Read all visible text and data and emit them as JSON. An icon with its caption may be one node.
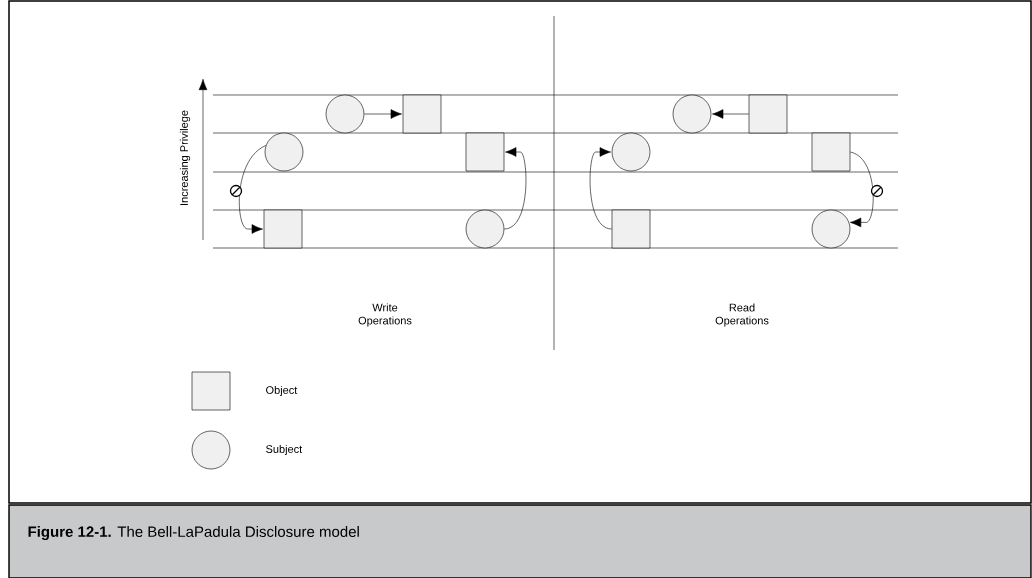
{
  "diagram": {
    "caption": "**Figure 12-1.** The Bell-LaPadula Disclosure model",
    "nodes": [
      {
        "text": [],
        "shape": "circle"
      },
      {
        "text": [],
        "shape": "box"
      },
      {
        "text": [],
        "shape": "circle"
      },
      {
        "text": [],
        "shape": "box"
      },
      {
        "text": [],
        "shape": "circle"
      },
      {
        "text": [],
        "shape": "box"
      },
      {
        "text": [],
        "shape": "circle"
      },
      {
        "text": [],
        "shape": "box"
      },
      {
        "text": [],
        "shape": "box"
      },
      {
        "text": [],
        "shape": "circle"
      },
      {
        "text": [],
        "shape": "box"
      },
      {
        "text": [],
        "shape": "circle"
      }
    ],
    "edges": [
      {
        "from": 0,
        "to": 1,
        "arrow": "to"
      },
      {
        "from": 4,
        "to": 8,
        "arrow": "to"
      },
      {
        "from": 9,
        "to": 5,
        "arrow": "to"
      },
      {
        "from": 3,
        "to": 2,
        "arrow": "to"
      },
      {
        "from": 10,
        "to": 6,
        "arrow": "to"
      },
      {
        "from": 7,
        "to": 11,
        "arrow": "to"
      }
    ],
    "labels": [
      "Increasing Privilege",
      "Write Operations",
      "Read Operations"
    ],
    "legend": [
      {
        "text": "Object"
      },
      {
        "text": "Subject"
      }
    ]
  }
}
